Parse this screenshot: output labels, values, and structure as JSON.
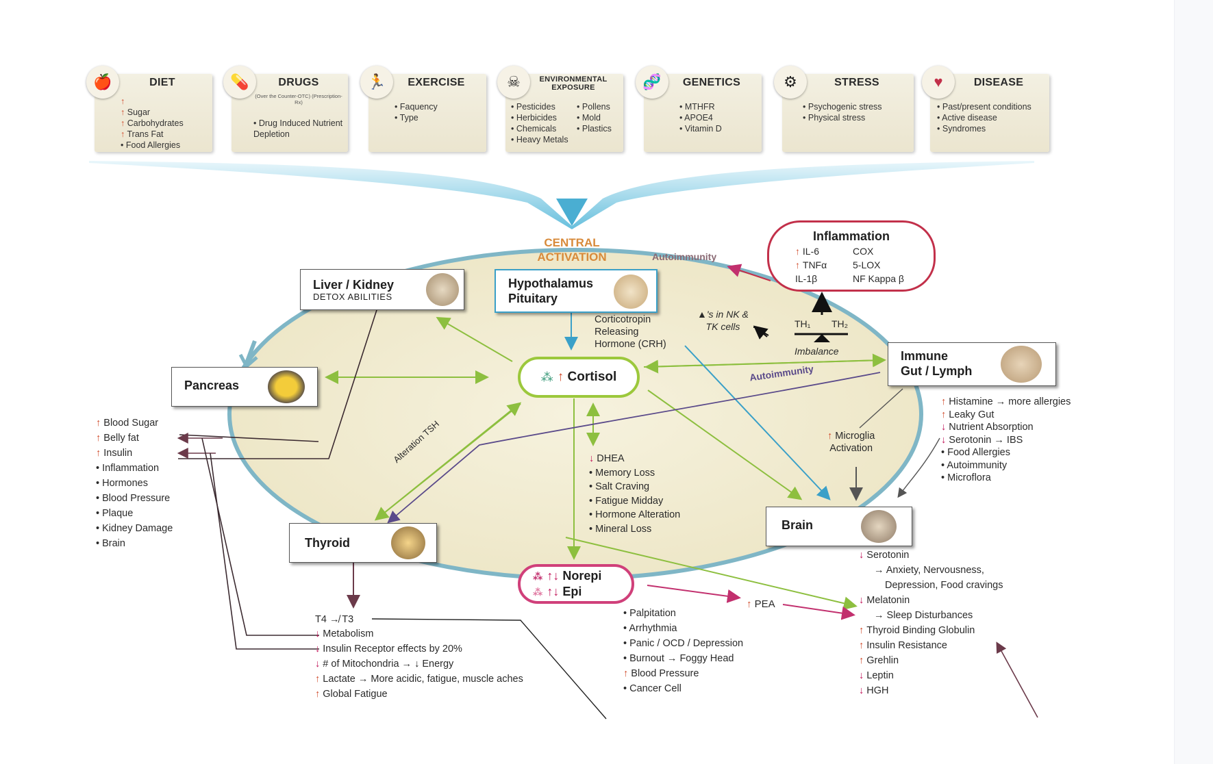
{
  "cards": [
    {
      "title": "DIET",
      "icon": "apple-icon",
      "items": [
        "Sugar",
        "Carbohydrates",
        "Trans Fat",
        "Food Allergies"
      ]
    },
    {
      "title": "DRUGS",
      "subtitle": "(Over the Counter-OTC) (Prescription-Rx)",
      "icon": "pill-icon",
      "items": [
        "Drug Induced Nutrient Depletion"
      ]
    },
    {
      "title": "EXERCISE",
      "icon": "runner-icon",
      "items": [
        "Faquency",
        "Type"
      ]
    },
    {
      "title": "ENVIRONMENTAL EXPOSURE",
      "icon": "skull-crossbones-icon",
      "items_left": [
        "Pesticides",
        "Herbicides",
        "Chemicals",
        "Heavy Metals"
      ],
      "items_right": [
        "Pollens",
        "Mold",
        "Plastics"
      ]
    },
    {
      "title": "GENETICS",
      "icon": "dna-icon",
      "items": [
        "MTHFR",
        "APOE4",
        "Vitamin D"
      ]
    },
    {
      "title": "STRESS",
      "icon": "stress-icon",
      "items": [
        "Psychogenic stress",
        "Physical stress"
      ]
    },
    {
      "title": "DISEASE",
      "icon": "heart-icon",
      "items": [
        "Past/present conditions",
        "Active disease",
        "Syndromes"
      ]
    }
  ],
  "central_activation": {
    "line1": "CENTRAL",
    "line2": "ACTIVATION"
  },
  "nodes": {
    "liver": {
      "title": "Liver / Kidney",
      "subtitle": "DETOX ABILITIES"
    },
    "hypothalamus": {
      "line1": "Hypothalamus",
      "line2": "Pituitary"
    },
    "pancreas": {
      "title": "Pancreas"
    },
    "cortisol": {
      "title": "Cortisol"
    },
    "immune": {
      "line1": "Immune",
      "line2": "Gut / Lymph"
    },
    "thyroid": {
      "title": "Thyroid"
    },
    "brain": {
      "title": "Brain"
    },
    "norepi": {
      "line1": "Norepi",
      "line2": "Epi"
    }
  },
  "inflammation": {
    "title": "Inflammation",
    "left": [
      "IL-6",
      "TNFα",
      "IL-1β"
    ],
    "right": [
      "COX",
      "5-LOX",
      "NF Kappa β"
    ]
  },
  "labels": {
    "autoimmunity_top": "Autoimmunity",
    "autoimmunity_mid": "Autoimmunity",
    "crh": [
      "Corticotropin",
      "Releasing",
      "Hormone (CRH)"
    ],
    "nk": [
      "▲'s in NK &",
      "TK cells"
    ],
    "th1": "TH₁",
    "th2": "TH₂",
    "imbalance": "Imbalance",
    "tsh": "Alteration TSH",
    "microglia": [
      "Microglia",
      "Activation"
    ],
    "pea": "PEA",
    "t4t3": "T4 ↛ T3"
  },
  "lists": {
    "pancreas_effects": [
      {
        "t": "Blood Sugar",
        "k": "up"
      },
      {
        "t": "Belly fat",
        "k": "up"
      },
      {
        "t": "Insulin",
        "k": "up"
      },
      {
        "t": "Inflammation",
        "k": "bul"
      },
      {
        "t": "Hormones",
        "k": "bul"
      },
      {
        "t": "Blood Pressure",
        "k": "bul"
      },
      {
        "t": "Plaque",
        "k": "bul"
      },
      {
        "t": "Kidney Damage",
        "k": "bul"
      },
      {
        "t": "Brain",
        "k": "bul"
      }
    ],
    "cortisol_effects": [
      {
        "t": "DHEA",
        "k": "dn"
      },
      {
        "t": "Memory Loss",
        "k": "bul"
      },
      {
        "t": "Salt Craving",
        "k": "bul"
      },
      {
        "t": "Fatigue Midday",
        "k": "bul"
      },
      {
        "t": "Hormone Alteration",
        "k": "bul"
      },
      {
        "t": "Mineral Loss",
        "k": "bul"
      }
    ],
    "immune_effects": [
      {
        "t": "Histamine → more allergies",
        "k": "up"
      },
      {
        "t": "Leaky Gut",
        "k": "up"
      },
      {
        "t": "Nutrient Absorption",
        "k": "dn"
      },
      {
        "t": "Serotonin → IBS",
        "k": "dn"
      },
      {
        "t": "Food Allergies",
        "k": "bul"
      },
      {
        "t": "Autoimmunity",
        "k": "bul"
      },
      {
        "t": "Microflora",
        "k": "bul"
      }
    ],
    "thyroid_effects": [
      {
        "t": "Metabolism",
        "k": "dn"
      },
      {
        "t": "Insulin Receptor effects by 20%",
        "k": "dn"
      },
      {
        "t": "# of Mitochondria → ↓ Energy",
        "k": "dn"
      },
      {
        "t": "Lactate → More acidic, fatigue, muscle aches",
        "k": "up"
      },
      {
        "t": "Global Fatigue",
        "k": "up"
      }
    ],
    "norepi_effects": [
      {
        "t": "Palpitation",
        "k": "bul"
      },
      {
        "t": "Arrhythmia",
        "k": "bul"
      },
      {
        "t": "Panic / OCD / Depression",
        "k": "bul"
      },
      {
        "t": "Burnout → Foggy Head",
        "k": "bul"
      },
      {
        "t": "Blood Pressure",
        "k": "up"
      },
      {
        "t": "Cancer Cell",
        "k": "bul"
      }
    ],
    "brain_effects": [
      {
        "t": "Serotonin",
        "k": "dn"
      },
      {
        "t": "Anxiety, Nervousness,",
        "k": "arr-ind"
      },
      {
        "t": "Depression, Food cravings",
        "k": "ind2"
      },
      {
        "t": "Melatonin",
        "k": "dn"
      },
      {
        "t": "Sleep Disturbances",
        "k": "arr-ind"
      },
      {
        "t": "Thyroid Binding Globulin",
        "k": "up"
      },
      {
        "t": "Insulin Resistance",
        "k": "up"
      },
      {
        "t": "Grehlin",
        "k": "up"
      },
      {
        "t": "Leptin",
        "k": "dn"
      },
      {
        "t": "HGH",
        "k": "dn"
      }
    ]
  },
  "colors": {
    "arrow_green": "#8dbf3f",
    "arrow_blue": "#3aa0c8",
    "arrow_maroon": "#6b3a4a",
    "arrow_magenta": "#c2306e",
    "orange_text": "#d88a3a",
    "inflammation_border": "#c2304a",
    "norepi_border": "#d0407a",
    "cortisol_border": "#9cc83c",
    "ellipse_stroke": "#7fb6c6",
    "funnel": "#8ccfe4"
  }
}
